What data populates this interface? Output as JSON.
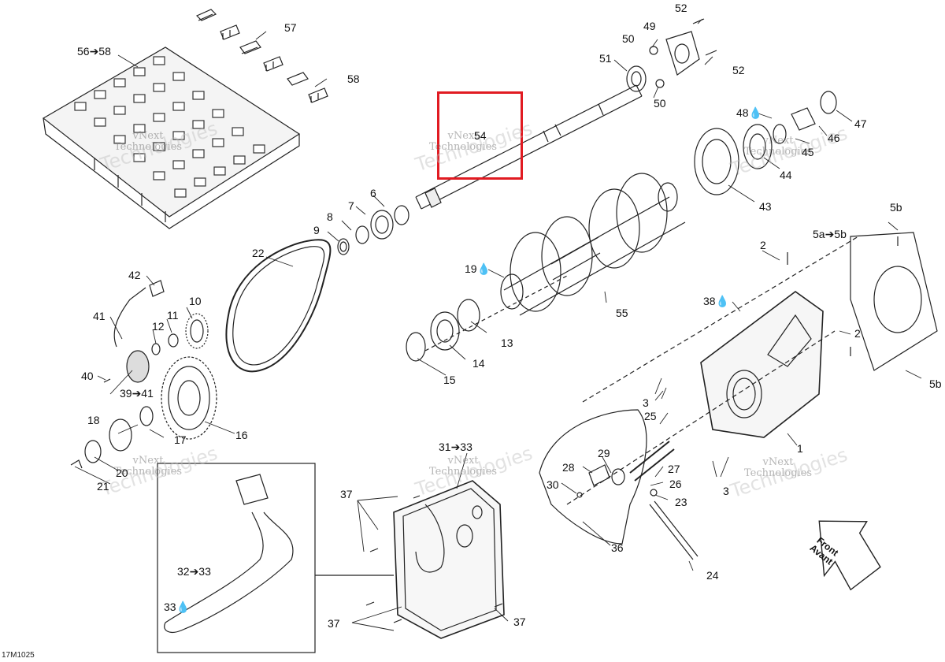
{
  "diagram": {
    "code": "17M1025",
    "highlight_color": "#e11b22",
    "watermark": {
      "line1": "vNext",
      "line2": "Technologies",
      "big": "Technologies"
    },
    "front_arrow": {
      "line1": "Front",
      "line2": "Avant"
    },
    "callouts": [
      {
        "id": "52a",
        "text": "52"
      },
      {
        "id": "49",
        "text": "49"
      },
      {
        "id": "50a",
        "text": "50"
      },
      {
        "id": "51",
        "text": "51"
      },
      {
        "id": "52b",
        "text": "52"
      },
      {
        "id": "50b",
        "text": "50"
      },
      {
        "id": "57",
        "text": "57"
      },
      {
        "id": "56-58",
        "text": "56➔58"
      },
      {
        "id": "58",
        "text": "58"
      },
      {
        "id": "54",
        "text": "54"
      },
      {
        "id": "48",
        "text": "48💧"
      },
      {
        "id": "47",
        "text": "47"
      },
      {
        "id": "46",
        "text": "46"
      },
      {
        "id": "45",
        "text": "45"
      },
      {
        "id": "44",
        "text": "44"
      },
      {
        "id": "43",
        "text": "43"
      },
      {
        "id": "6",
        "text": "6"
      },
      {
        "id": "7",
        "text": "7"
      },
      {
        "id": "8",
        "text": "8"
      },
      {
        "id": "9",
        "text": "9"
      },
      {
        "id": "22",
        "text": "22"
      },
      {
        "id": "5b-a",
        "text": "5b"
      },
      {
        "id": "5a-5b",
        "text": "5a➔5b"
      },
      {
        "id": "2a",
        "text": "2"
      },
      {
        "id": "42",
        "text": "42"
      },
      {
        "id": "19",
        "text": "19💧"
      },
      {
        "id": "55",
        "text": "55"
      },
      {
        "id": "38",
        "text": "38💧"
      },
      {
        "id": "10",
        "text": "10"
      },
      {
        "id": "41",
        "text": "41"
      },
      {
        "id": "11",
        "text": "11"
      },
      {
        "id": "12",
        "text": "12"
      },
      {
        "id": "13",
        "text": "13"
      },
      {
        "id": "2b",
        "text": "2"
      },
      {
        "id": "40",
        "text": "40"
      },
      {
        "id": "39-41",
        "text": "39➔41"
      },
      {
        "id": "14",
        "text": "14"
      },
      {
        "id": "15",
        "text": "15"
      },
      {
        "id": "5b-b",
        "text": "5b"
      },
      {
        "id": "3a",
        "text": "3"
      },
      {
        "id": "25",
        "text": "25"
      },
      {
        "id": "18",
        "text": "18"
      },
      {
        "id": "17",
        "text": "17"
      },
      {
        "id": "16",
        "text": "16"
      },
      {
        "id": "31-33",
        "text": "31➔33"
      },
      {
        "id": "1",
        "text": "1"
      },
      {
        "id": "20",
        "text": "20"
      },
      {
        "id": "21",
        "text": "21"
      },
      {
        "id": "28",
        "text": "28"
      },
      {
        "id": "29",
        "text": "29"
      },
      {
        "id": "27",
        "text": "27"
      },
      {
        "id": "26",
        "text": "26"
      },
      {
        "id": "30",
        "text": "30"
      },
      {
        "id": "23",
        "text": "23"
      },
      {
        "id": "3b",
        "text": "3"
      },
      {
        "id": "37a",
        "text": "37"
      },
      {
        "id": "32-33",
        "text": "32➔33"
      },
      {
        "id": "36",
        "text": "36"
      },
      {
        "id": "24",
        "text": "24"
      },
      {
        "id": "33",
        "text": "33💧"
      },
      {
        "id": "37b",
        "text": "37"
      },
      {
        "id": "37c",
        "text": "37"
      }
    ]
  }
}
